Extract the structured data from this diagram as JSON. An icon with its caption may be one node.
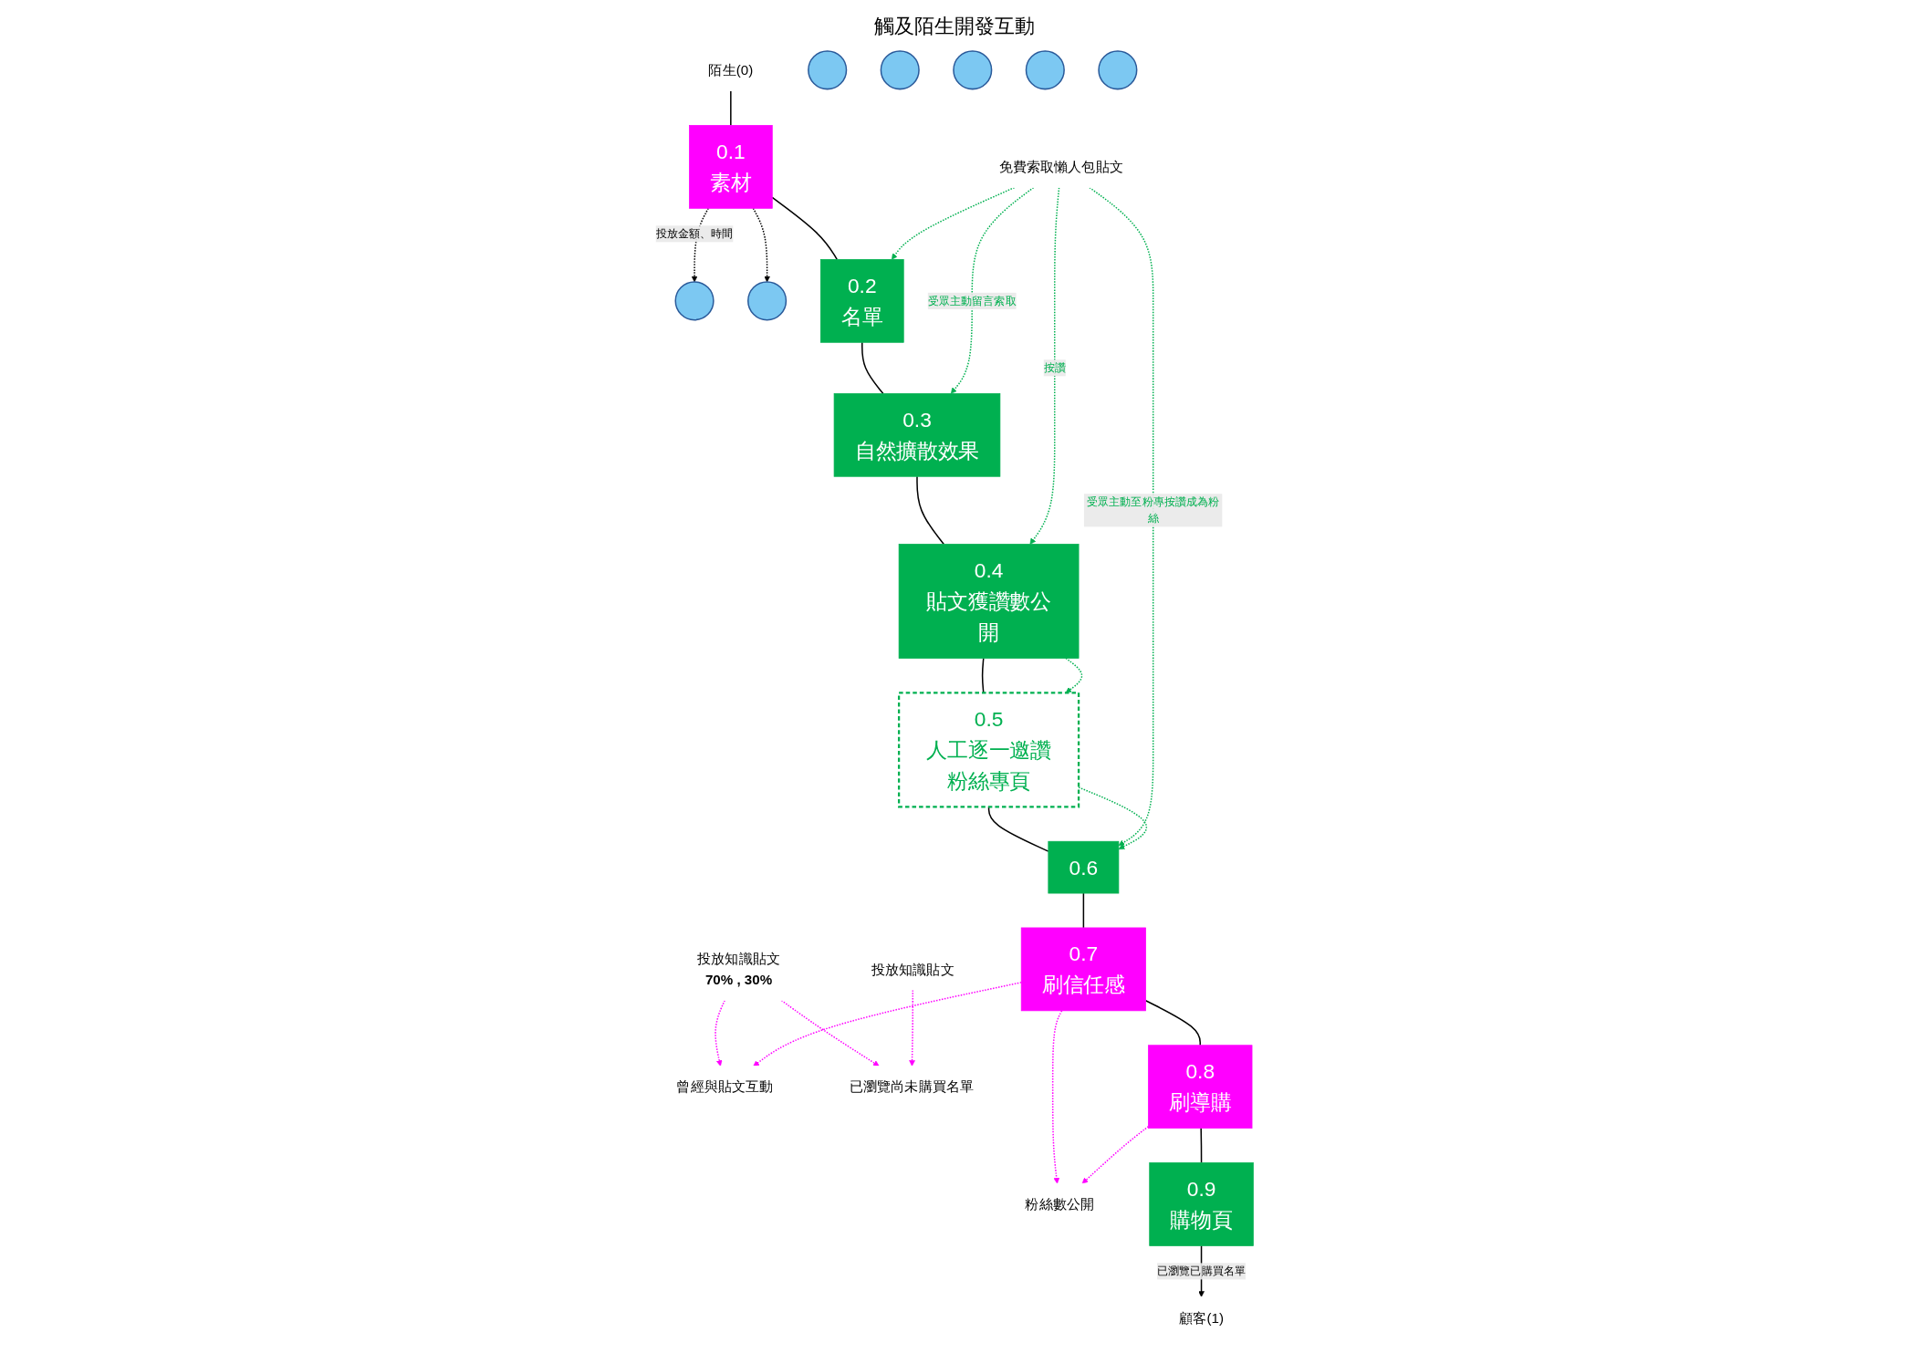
{
  "diagram": {
    "nodes": [
      {
        "text": [
          "陌生(0)"
        ]
      },
      {
        "text": [
          "顧客(1)"
        ]
      },
      {
        "text": [],
        "shape": "person"
      },
      {
        "text": [],
        "shape": "person"
      },
      {
        "text": [],
        "shape": "person"
      },
      {
        "text": [],
        "shape": "person"
      },
      {
        "text": [],
        "shape": "person"
      },
      {
        "text": [],
        "shape": "person"
      },
      {
        "text": [],
        "shape": "person"
      },
      {
        "text": [
          "免費索取懶人包貼文"
        ]
      },
      {
        "text": [
          "曾經與貼文互動"
        ]
      },
      {
        "text": [
          "已瀏覽尚未購買名單"
        ]
      },
      {
        "text": [
          "投放知識貼文",
          "70% , 30%"
        ]
      },
      {
        "text": [
          "投放知識貼文"
        ]
      },
      {
        "text": [
          "0.1",
          "素材"
        ]
      },
      {
        "text": [
          "0.2",
          "名單"
        ]
      },
      {
        "text": [
          "0.3",
          "自然擴散效果"
        ]
      },
      {
        "text": [
          "0.4",
          "貼文獲讚數公開"
        ]
      },
      {
        "text": [
          "0.5",
          "人工逐一邀讚粉絲專頁"
        ]
      },
      {
        "text": [
          "0.6"
        ]
      },
      {
        "text": [
          "粉絲數公開"
        ]
      },
      {
        "text": [
          "0.7",
          "刷信任感"
        ]
      },
      {
        "text": [
          "0.8",
          "刷導購"
        ]
      },
      {
        "text": [
          "0.9",
          "購物頁"
        ]
      }
    ],
    "edges": [
      {
        "from": 0,
        "to": 14,
        "arrow": "none"
      },
      {
        "from": 14,
        "to": 15,
        "arrow": "none"
      },
      {
        "from": 15,
        "to": 16,
        "arrow": "none"
      },
      {
        "from": 16,
        "to": 17,
        "arrow": "none"
      },
      {
        "from": 17,
        "to": 18,
        "arrow": "none"
      },
      {
        "from": 18,
        "to": 19,
        "arrow": "none"
      },
      {
        "from": 19,
        "to": 21,
        "arrow": "none"
      },
      {
        "from": 21,
        "to": 22,
        "arrow": "none"
      },
      {
        "from": 22,
        "to": 23,
        "arrow": "none"
      },
      {
        "from": 23,
        "to": 1,
        "arrow": "to",
        "label": "已瀏覽已購買名單"
      },
      {
        "from": 14,
        "to": 2,
        "arrow": "to",
        "style": "dashed",
        "label": "投放金額、時間"
      },
      {
        "from": 14,
        "to": 6,
        "arrow": "to",
        "style": "dashed"
      },
      {
        "from": 9,
        "to": 15,
        "arrow": "to",
        "style": "dashed",
        "color": "#00b050"
      },
      {
        "from": 9,
        "to": 16,
        "arrow": "to",
        "style": "dashed",
        "color": "#00b050",
        "label": "受眾主動留言索取"
      },
      {
        "from": 9,
        "to": 17,
        "arrow": "to",
        "style": "dashed",
        "color": "#00b050",
        "label": "按讚"
      },
      {
        "from": 9,
        "to": 19,
        "arrow": "to",
        "style": "dashed",
        "color": "#00b050",
        "label": "受眾主動至粉專按讚成為粉絲"
      },
      {
        "from": 17,
        "to": 18,
        "arrow": "to",
        "style": "dashed",
        "color": "#00b050"
      },
      {
        "from": 18,
        "to": 19,
        "arrow": "to",
        "style": "dashed",
        "color": "#00b050"
      },
      {
        "from": 12,
        "to": 10,
        "arrow": "to",
        "style": "dashed",
        "color": "#ff00ff"
      },
      {
        "from": 12,
        "to": 11,
        "arrow": "to",
        "style": "dashed",
        "color": "#ff00ff"
      },
      {
        "from": 21,
        "to": 10,
        "arrow": "to",
        "style": "dashed",
        "color": "#ff00ff"
      },
      {
        "from": 13,
        "to": 11,
        "arrow": "to",
        "style": "dashed",
        "color": "#ff00ff"
      },
      {
        "from": 21,
        "to": 20,
        "arrow": "to",
        "style": "dashed",
        "color": "#ff00ff"
      },
      {
        "from": 22,
        "to": 20,
        "arrow": "to",
        "style": "dashed",
        "color": "#ff00ff"
      }
    ],
    "labels": [
      "觸及陌生開發互動"
    ]
  }
}
